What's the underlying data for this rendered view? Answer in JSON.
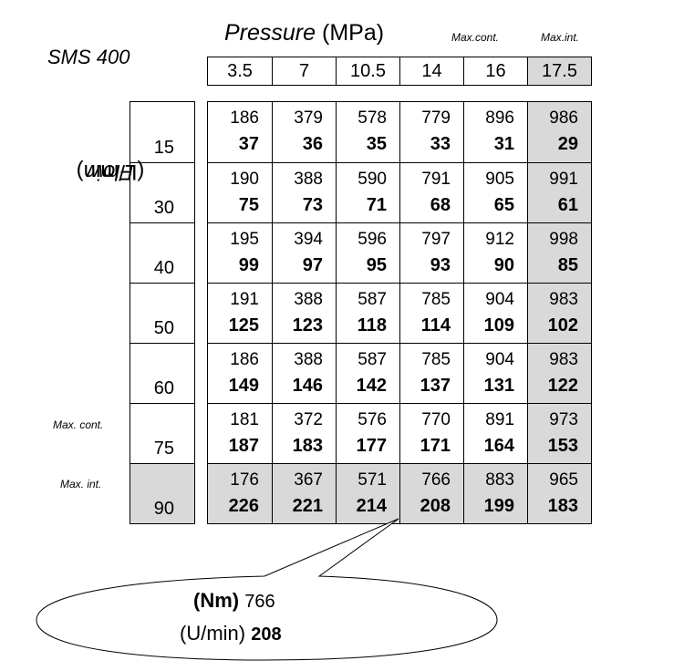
{
  "model": "SMS  400",
  "pressure_title": {
    "word": "Pressure",
    "unit": "(MPa)"
  },
  "labels": {
    "max_cont_top": "Max.cont.",
    "max_int_top": "Max.int.",
    "max_cont_side": "Max. cont.",
    "max_int_side": "Max. int."
  },
  "flow_title": {
    "word": "Flow",
    "unit": "(L/min)"
  },
  "pressures": [
    "3.5",
    "7",
    "10.5",
    "14",
    "16",
    "17.5"
  ],
  "flows": [
    "15",
    "30",
    "40",
    "50",
    "60",
    "75",
    "90"
  ],
  "rows": [
    {
      "torque": [
        "186",
        "379",
        "578",
        "779",
        "896",
        "986"
      ],
      "speed": [
        "37",
        "36",
        "35",
        "33",
        "31",
        "29"
      ]
    },
    {
      "torque": [
        "190",
        "388",
        "590",
        "791",
        "905",
        "991"
      ],
      "speed": [
        "75",
        "73",
        "71",
        "68",
        "65",
        "61"
      ]
    },
    {
      "torque": [
        "195",
        "394",
        "596",
        "797",
        "912",
        "998"
      ],
      "speed": [
        "99",
        "97",
        "95",
        "93",
        "90",
        "85"
      ]
    },
    {
      "torque": [
        "191",
        "388",
        "587",
        "785",
        "904",
        "983"
      ],
      "speed": [
        "125",
        "123",
        "118",
        "114",
        "109",
        "102"
      ]
    },
    {
      "torque": [
        "186",
        "388",
        "587",
        "785",
        "904",
        "983"
      ],
      "speed": [
        "149",
        "146",
        "142",
        "137",
        "131",
        "122"
      ]
    },
    {
      "torque": [
        "181",
        "372",
        "576",
        "770",
        "891",
        "973"
      ],
      "speed": [
        "187",
        "183",
        "177",
        "171",
        "164",
        "153"
      ]
    },
    {
      "torque": [
        "176",
        "367",
        "571",
        "766",
        "883",
        "965"
      ],
      "speed": [
        "226",
        "221",
        "214",
        "208",
        "199",
        "183"
      ]
    }
  ],
  "legend": {
    "torque_unit": "(Nm)",
    "torque_value": "766",
    "speed_unit": "(U/min)",
    "speed_value": "208"
  },
  "colors": {
    "highlight": "#d9d9d9",
    "border": "#000000"
  }
}
